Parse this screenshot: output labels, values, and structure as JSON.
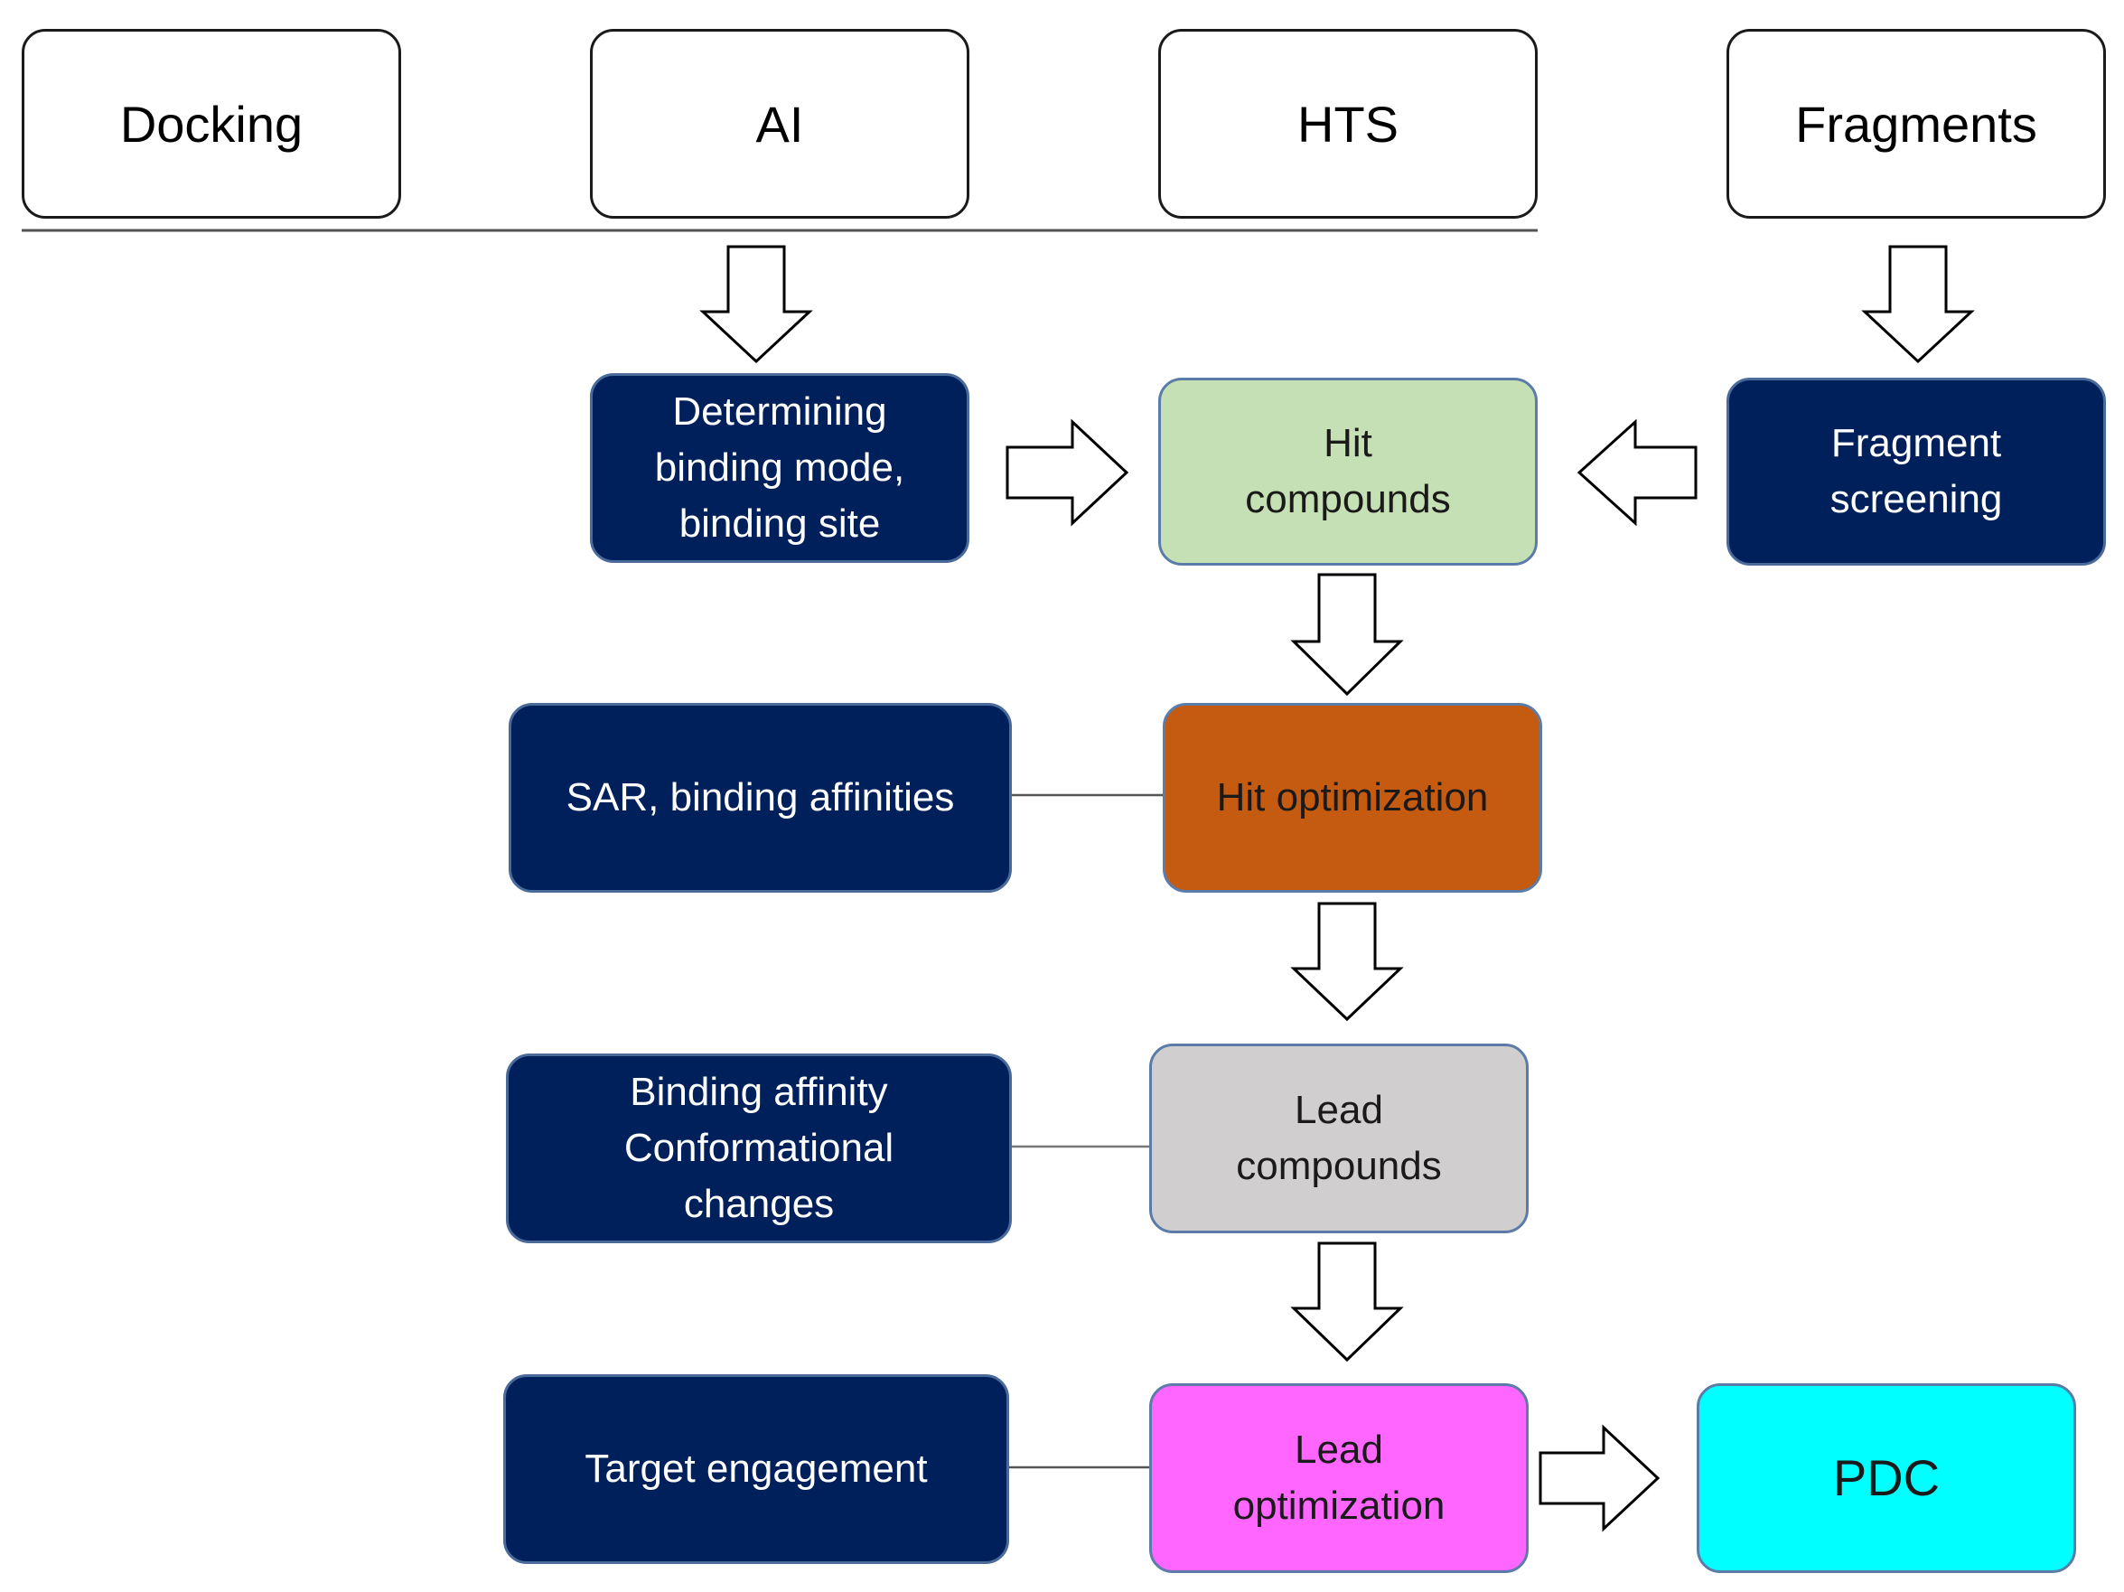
{
  "colors": {
    "navy": "#00205b",
    "hit": "#c5e0b4",
    "hit_opt": "#c55a11",
    "lead": "#d0cece",
    "lead_opt": "#ff66ff",
    "pdc": "#00ffff",
    "arrow_fill": "#ffffff",
    "arrow_stroke": "#000000"
  },
  "methods": [
    "Docking",
    "AI",
    "HTS",
    "Fragments"
  ],
  "pipeline": {
    "hit_compounds": "Hit\ncompounds",
    "hit_optimization": "Hit optimization",
    "lead_compounds": "Lead\ncompounds",
    "lead_optimization": "Lead\noptimization",
    "pdc": "PDC"
  },
  "inputs": {
    "binding_mode": "Determining\nbinding mode,\nbinding site",
    "fragment_screening": "Fragment\nscreening",
    "sar": "SAR, binding affinities",
    "binding_affinity": "Binding affinity\nConformational\nchanges",
    "target_engagement": "Target engagement"
  }
}
